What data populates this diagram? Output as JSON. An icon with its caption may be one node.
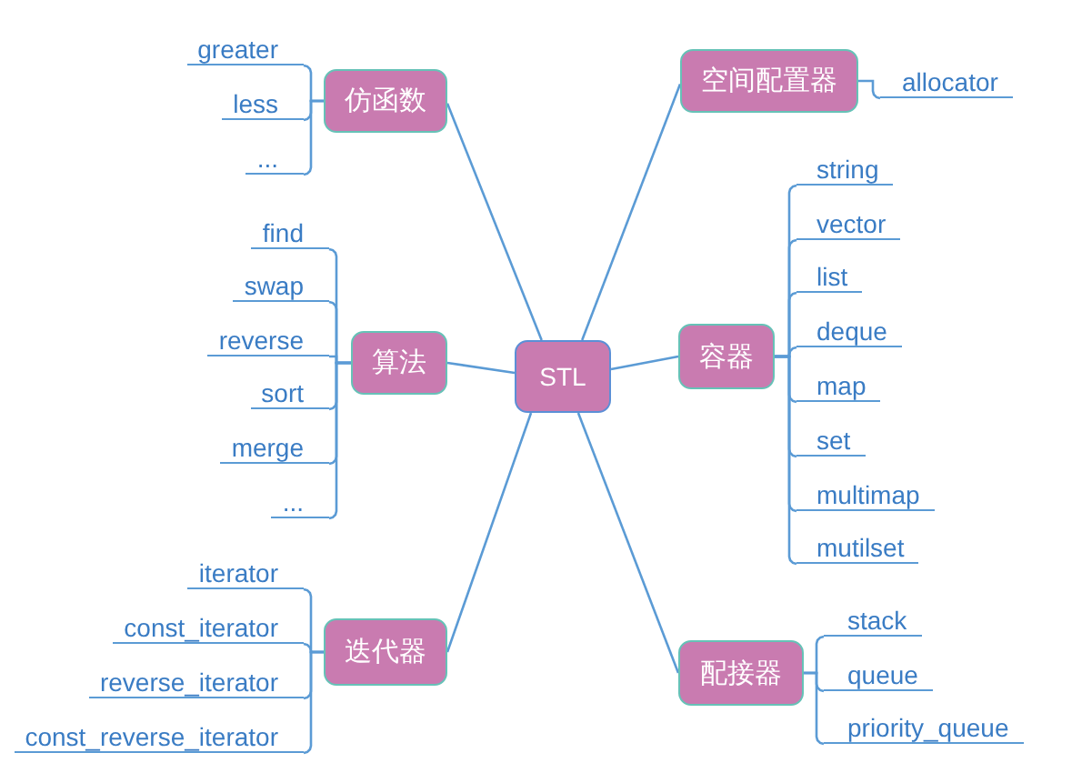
{
  "diagram": {
    "nodes": [
      {
        "text": [
          "STL"
        ]
      },
      {
        "text": [
          "仿函数"
        ]
      },
      {
        "text": [
          "greater"
        ]
      },
      {
        "text": [
          "less"
        ]
      },
      {
        "text": [
          "..."
        ]
      },
      {
        "text": [
          "空间配置器"
        ]
      },
      {
        "text": [
          "allocator"
        ]
      },
      {
        "text": [
          "算法"
        ]
      },
      {
        "text": [
          "find"
        ]
      },
      {
        "text": [
          "swap"
        ]
      },
      {
        "text": [
          "reverse"
        ]
      },
      {
        "text": [
          "sort"
        ]
      },
      {
        "text": [
          "merge"
        ]
      },
      {
        "text": [
          "..."
        ]
      },
      {
        "text": [
          "容器"
        ]
      },
      {
        "text": [
          "string"
        ]
      },
      {
        "text": [
          "vector"
        ]
      },
      {
        "text": [
          "list"
        ]
      },
      {
        "text": [
          "deque"
        ]
      },
      {
        "text": [
          "map"
        ]
      },
      {
        "text": [
          "set"
        ]
      },
      {
        "text": [
          "multimap"
        ]
      },
      {
        "text": [
          "mutilset"
        ]
      },
      {
        "text": [
          "迭代器"
        ]
      },
      {
        "text": [
          "iterator"
        ]
      },
      {
        "text": [
          "const_iterator"
        ]
      },
      {
        "text": [
          "reverse_iterator"
        ]
      },
      {
        "text": [
          "const_reverse_iterator"
        ]
      },
      {
        "text": [
          "配接器"
        ]
      },
      {
        "text": [
          "stack"
        ]
      },
      {
        "text": [
          "queue"
        ]
      },
      {
        "text": [
          "priority_queue"
        ]
      }
    ],
    "edges": [
      {
        "from": 0,
        "to": 1,
        "arrow": "none"
      },
      {
        "from": 0,
        "to": 5,
        "arrow": "none"
      },
      {
        "from": 0,
        "to": 7,
        "arrow": "none"
      },
      {
        "from": 0,
        "to": 14,
        "arrow": "none"
      },
      {
        "from": 0,
        "to": 23,
        "arrow": "none"
      },
      {
        "from": 0,
        "to": 28,
        "arrow": "none"
      },
      {
        "from": 1,
        "to": 2,
        "arrow": "none"
      },
      {
        "from": 1,
        "to": 3,
        "arrow": "none"
      },
      {
        "from": 1,
        "to": 4,
        "arrow": "none"
      },
      {
        "from": 5,
        "to": 6,
        "arrow": "none"
      },
      {
        "from": 7,
        "to": 8,
        "arrow": "none"
      },
      {
        "from": 7,
        "to": 9,
        "arrow": "none"
      },
      {
        "from": 7,
        "to": 10,
        "arrow": "none"
      },
      {
        "from": 7,
        "to": 11,
        "arrow": "none"
      },
      {
        "from": 7,
        "to": 12,
        "arrow": "none"
      },
      {
        "from": 7,
        "to": 13,
        "arrow": "none"
      },
      {
        "from": 14,
        "to": 15,
        "arrow": "none"
      },
      {
        "from": 14,
        "to": 16,
        "arrow": "none"
      },
      {
        "from": 14,
        "to": 17,
        "arrow": "none"
      },
      {
        "from": 14,
        "to": 18,
        "arrow": "none"
      },
      {
        "from": 14,
        "to": 19,
        "arrow": "none"
      },
      {
        "from": 14,
        "to": 20,
        "arrow": "none"
      },
      {
        "from": 14,
        "to": 21,
        "arrow": "none"
      },
      {
        "from": 14,
        "to": 22,
        "arrow": "none"
      },
      {
        "from": 23,
        "to": 24,
        "arrow": "none"
      },
      {
        "from": 23,
        "to": 25,
        "arrow": "none"
      },
      {
        "from": 23,
        "to": 26,
        "arrow": "none"
      },
      {
        "from": 23,
        "to": 27,
        "arrow": "none"
      },
      {
        "from": 28,
        "to": 29,
        "arrow": "none"
      },
      {
        "from": 28,
        "to": 30,
        "arrow": "none"
      },
      {
        "from": 28,
        "to": 31,
        "arrow": "none"
      }
    ]
  }
}
